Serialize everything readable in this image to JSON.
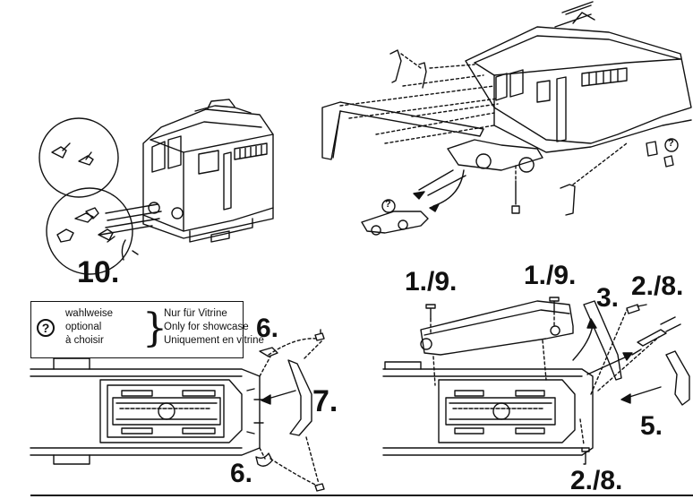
{
  "steps": {
    "s10": "10.",
    "s1a": "1./9.",
    "s1b": "1./9.",
    "s3": "3.",
    "s2a": "2./8.",
    "s6top": "6.",
    "s7": "7.",
    "s5": "5.",
    "s6bot": "6.",
    "s2b": "2./8."
  },
  "legend": {
    "symbol": "?",
    "de": [
      "wahlweise",
      "optional",
      "à choisir"
    ],
    "en": [
      "Nur für Vitrine",
      "Only for showcase",
      "Uniquement en vitrine"
    ]
  },
  "callouts": {
    "top_right_q1": "?",
    "top_right_q2": "?"
  }
}
